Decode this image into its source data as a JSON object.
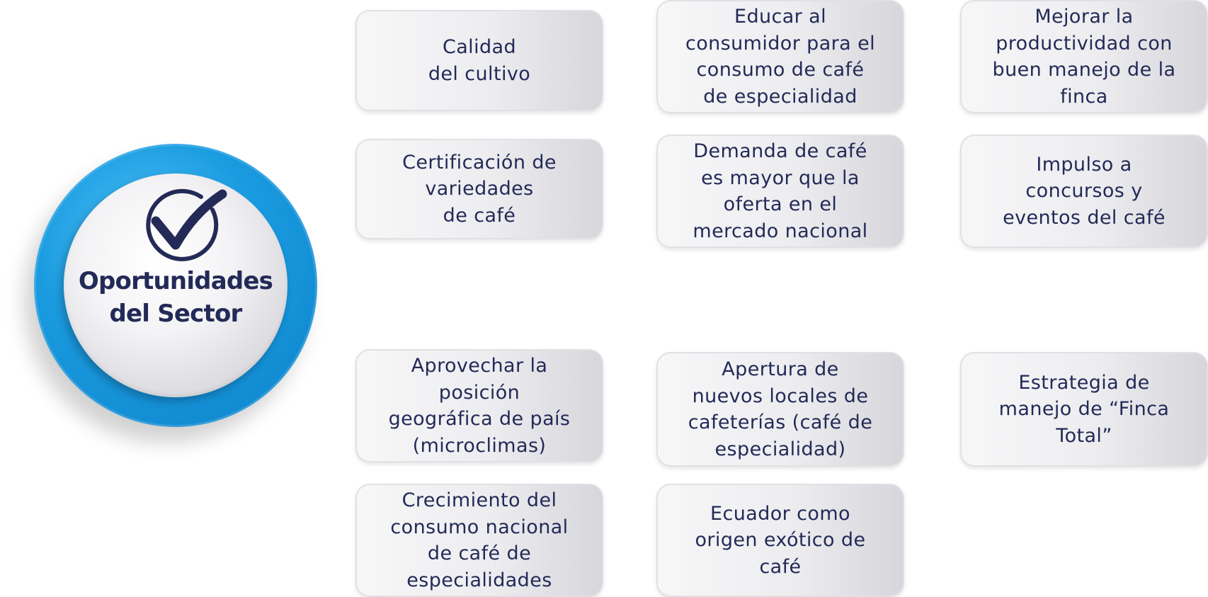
{
  "badge": {
    "icon": "check-icon",
    "title_line1": "Oportunidades",
    "title_line2": "del Sector",
    "colors": {
      "ring": "#1a9be0",
      "text": "#232a57"
    }
  },
  "cards": {
    "calidad": "Calidad\ndel cultivo",
    "educar": "Educar al\nconsumidor para el\nconsumo de café\nde especialidad",
    "mejorar": "Mejorar la\nproductividad con\nbuen manejo de la\nfinca",
    "certificacion": "Certificación de\nvariedades\nde café",
    "demanda": "Demanda de café\nes mayor que la\noferta en el\nmercado nacional",
    "impulso": "Impulso a\nconcursos y\neventos del café",
    "aprovechar": "Aprovechar la\nposición\ngeográfica de país\n(microclimas)",
    "apertura": "Apertura de\nnuevos locales de\ncafeterías (café de\nespecialidad)",
    "estrategia": "Estrategia de\nmanejo de “Finca\nTotal”",
    "crecimiento": "Crecimiento del\nconsumo nacional\nde café de\nespecialidades",
    "ecuador": "Ecuador como\norigen exótico de\ncafé"
  }
}
